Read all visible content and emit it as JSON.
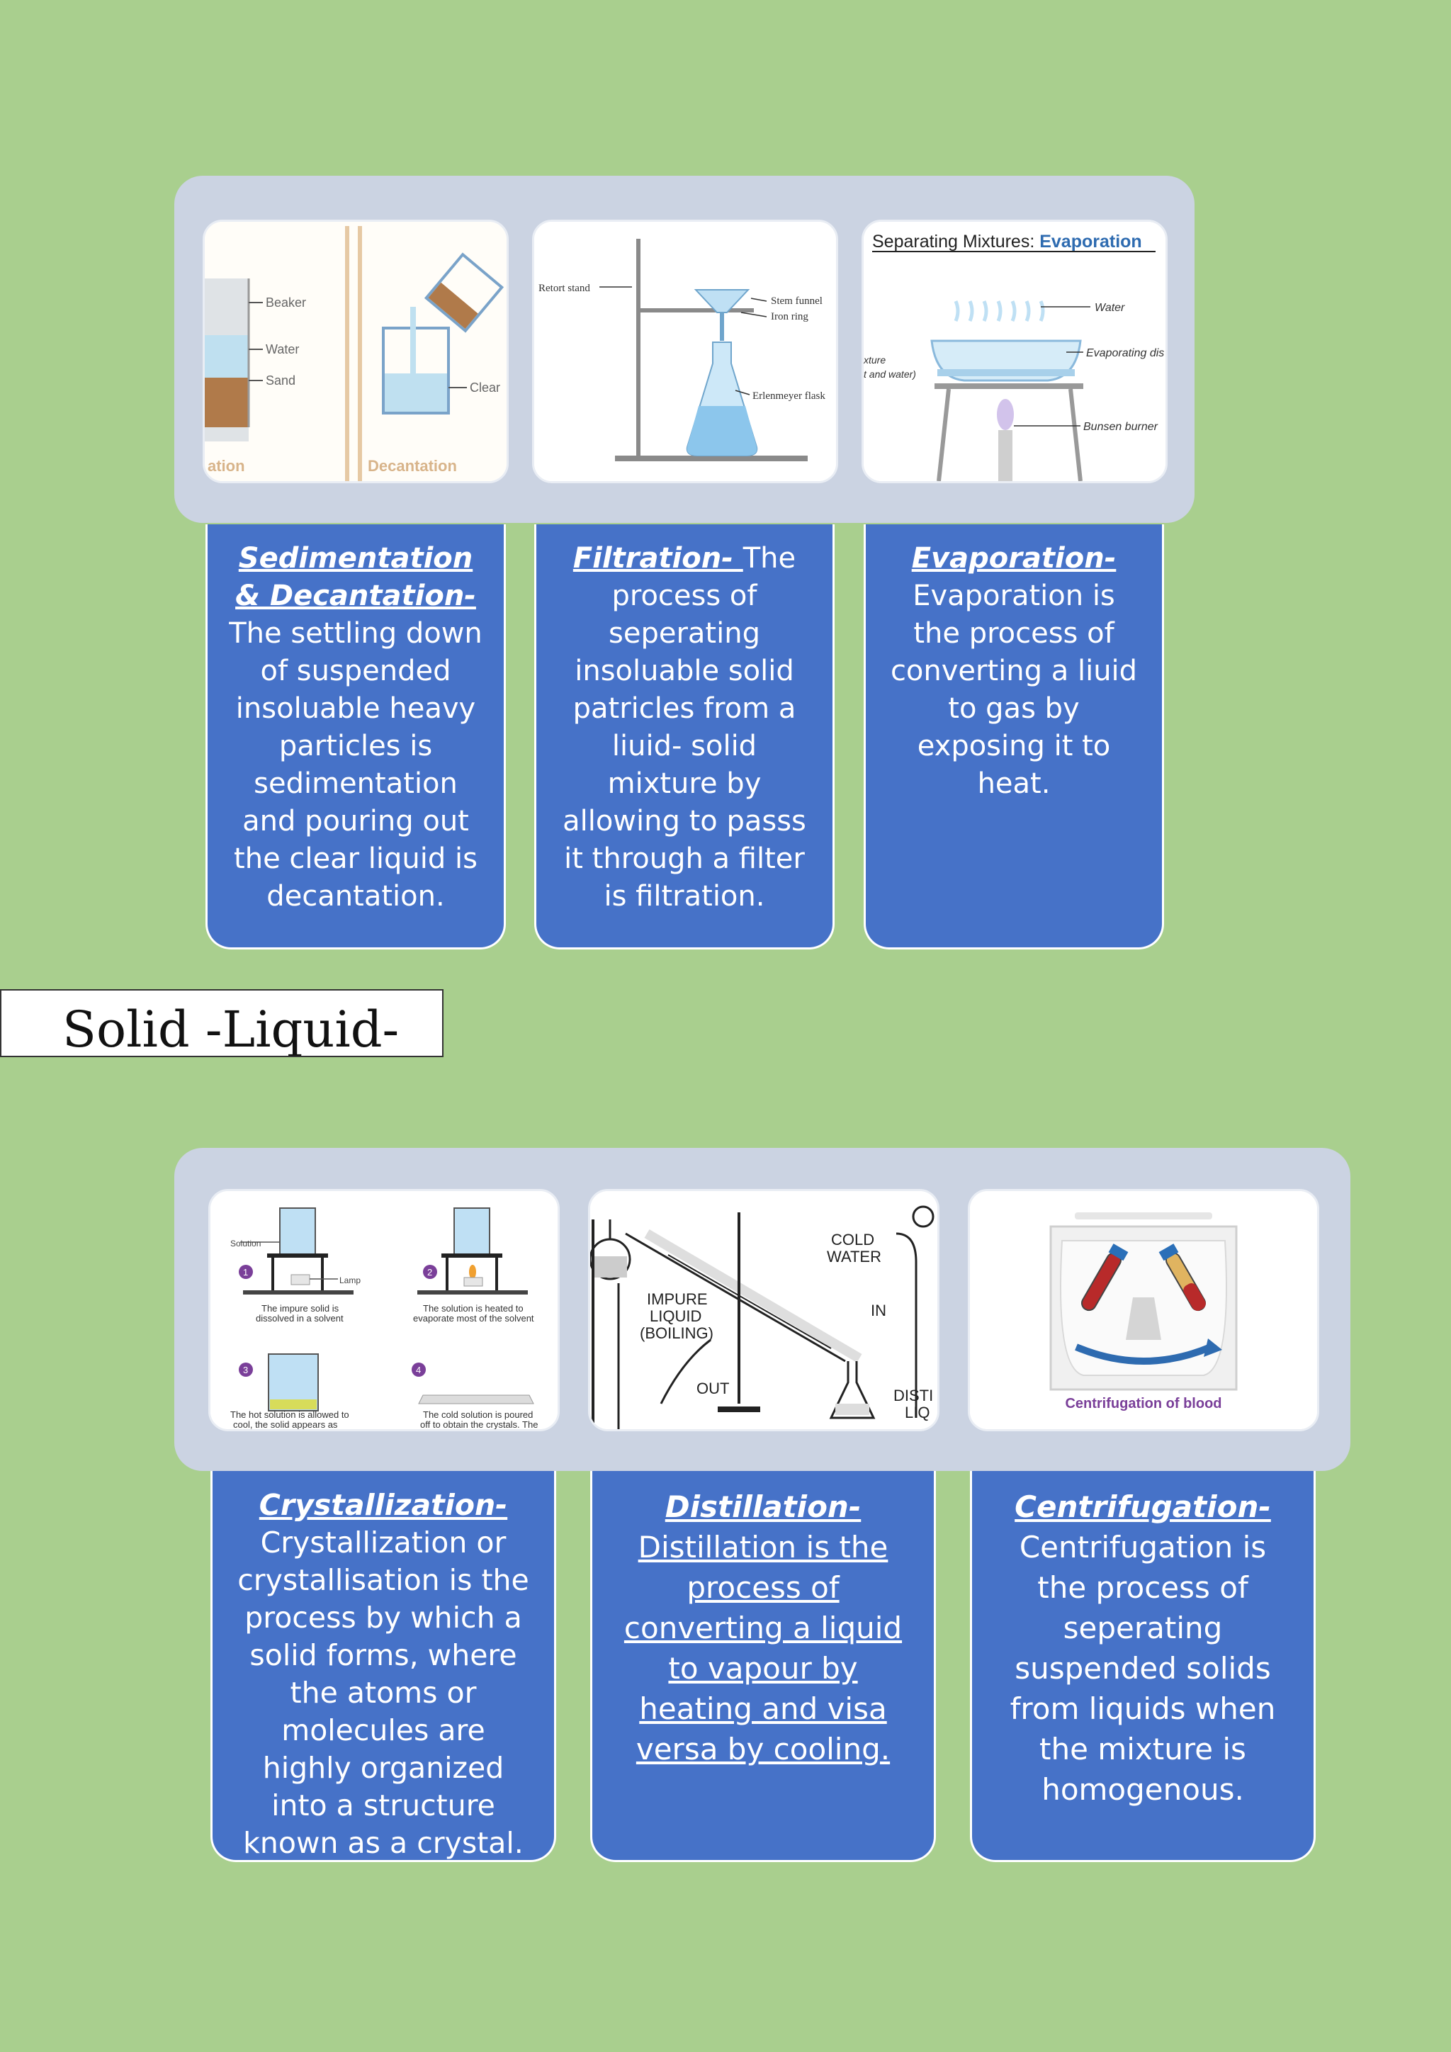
{
  "heading": "Solid -Liquid-",
  "top_section": {
    "images": [
      {
        "name": "sedimentation-decantation-image",
        "labels": {
          "beaker": "Beaker",
          "water": "Water",
          "sand": "Sand",
          "clear": "Clear",
          "left_caption": "ation",
          "right_caption": "Decantation"
        }
      },
      {
        "name": "filtration-image",
        "labels": {
          "retort": "Retort stand",
          "funnel": "Stem funnel",
          "ring": "Iron ring",
          "flask": "Erlenmeyer flask"
        }
      },
      {
        "name": "evaporation-image",
        "labels": {
          "title_a": "Separating Mixtures: ",
          "title_b": "Evaporation",
          "water": "Water",
          "dish": "Evaporating dis",
          "mixture1": "xture",
          "mixture2": "t and water)",
          "burner": "Bunsen burner"
        }
      }
    ],
    "cards": [
      {
        "term": "Sedimentation & Decantation-",
        "text": "The settling down of suspended insoluable heavy particles is sedimentation and pouring out the clear liquid is decantation."
      },
      {
        "term": "Filtration- ",
        "text": "The process of seperating insoluable solid patricles from a liuid- solid mixture by allowing to passs it through a filter is filtration."
      },
      {
        "term": "Evaporation-",
        "text": "Evaporation is the process of converting a liuid to gas by exposing it to heat."
      }
    ]
  },
  "bottom_section": {
    "images": [
      {
        "name": "crystallization-image",
        "labels": {
          "solution": "Solution",
          "lamp": "Lamp",
          "n1": "1",
          "n2": "2",
          "n3": "3",
          "n4": "4",
          "c1a": "The impure solid is",
          "c1b": "dissolved in a solvent",
          "c2a": "The solution is heated to",
          "c2b": "evaporate most of the solvent",
          "c3a": "The hot solution is allowed to",
          "c3b": "cool, the solid appears as",
          "c4a": "The cold solution is poured",
          "c4b": "off to obtain the crystals. The"
        }
      },
      {
        "name": "distillation-image",
        "labels": {
          "cold1": "COLD",
          "cold2": "WATER",
          "impure1": "IMPURE",
          "impure2": "LIQUID",
          "impure3": "(BOILING)",
          "in": "IN",
          "out": "OUT",
          "disti1": "DISTI",
          "disti2": "LIQ"
        }
      },
      {
        "name": "centrifugation-image",
        "labels": {
          "caption": "Centrifugation of blood"
        }
      }
    ],
    "cards": [
      {
        "term": "Crystallization-",
        "text": "Crystallization or crystallisation is the process by which a solid forms, where the atoms or molecules are highly organized into a structure known as a crystal."
      },
      {
        "term": "Distillation-",
        "text": "Distillation is the process of converting a liquid to vapour by heating and visa versa by cooling."
      },
      {
        "term": "Centrifugation-",
        "text": "Centrifugation is the process of seperating suspended solids from liquids when the mixture is homogenous."
      }
    ]
  }
}
